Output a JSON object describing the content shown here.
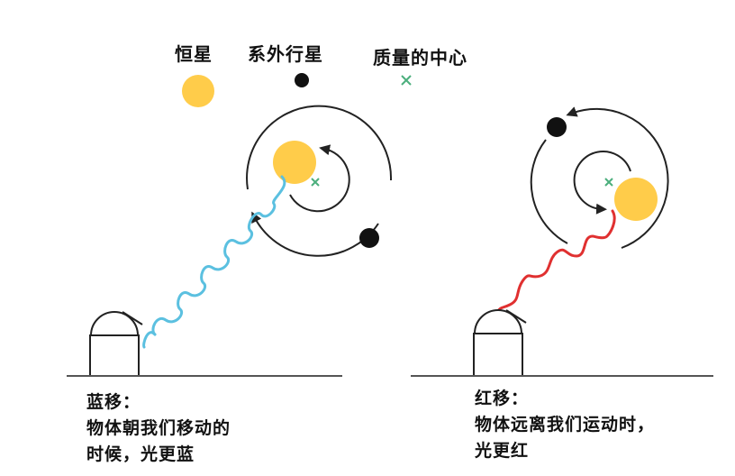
{
  "legend": {
    "star_label": "恒星",
    "planet_label": "系外行星",
    "center_label": "质量的中心"
  },
  "blueshift": {
    "title": "蓝移：",
    "line1": "物体朝我们移动的",
    "line2": "时候，光更蓝"
  },
  "redshift": {
    "title": "红移：",
    "line1": "物体远离我们运动时，",
    "line2": "光更红"
  },
  "colors": {
    "star": "#FFCC4A",
    "planet": "#111111",
    "center_mark": "#4CAF7D",
    "blue_wave": "#5BC0E0",
    "red_wave": "#E03030",
    "orbit": "#222222",
    "ground": "#555555"
  }
}
